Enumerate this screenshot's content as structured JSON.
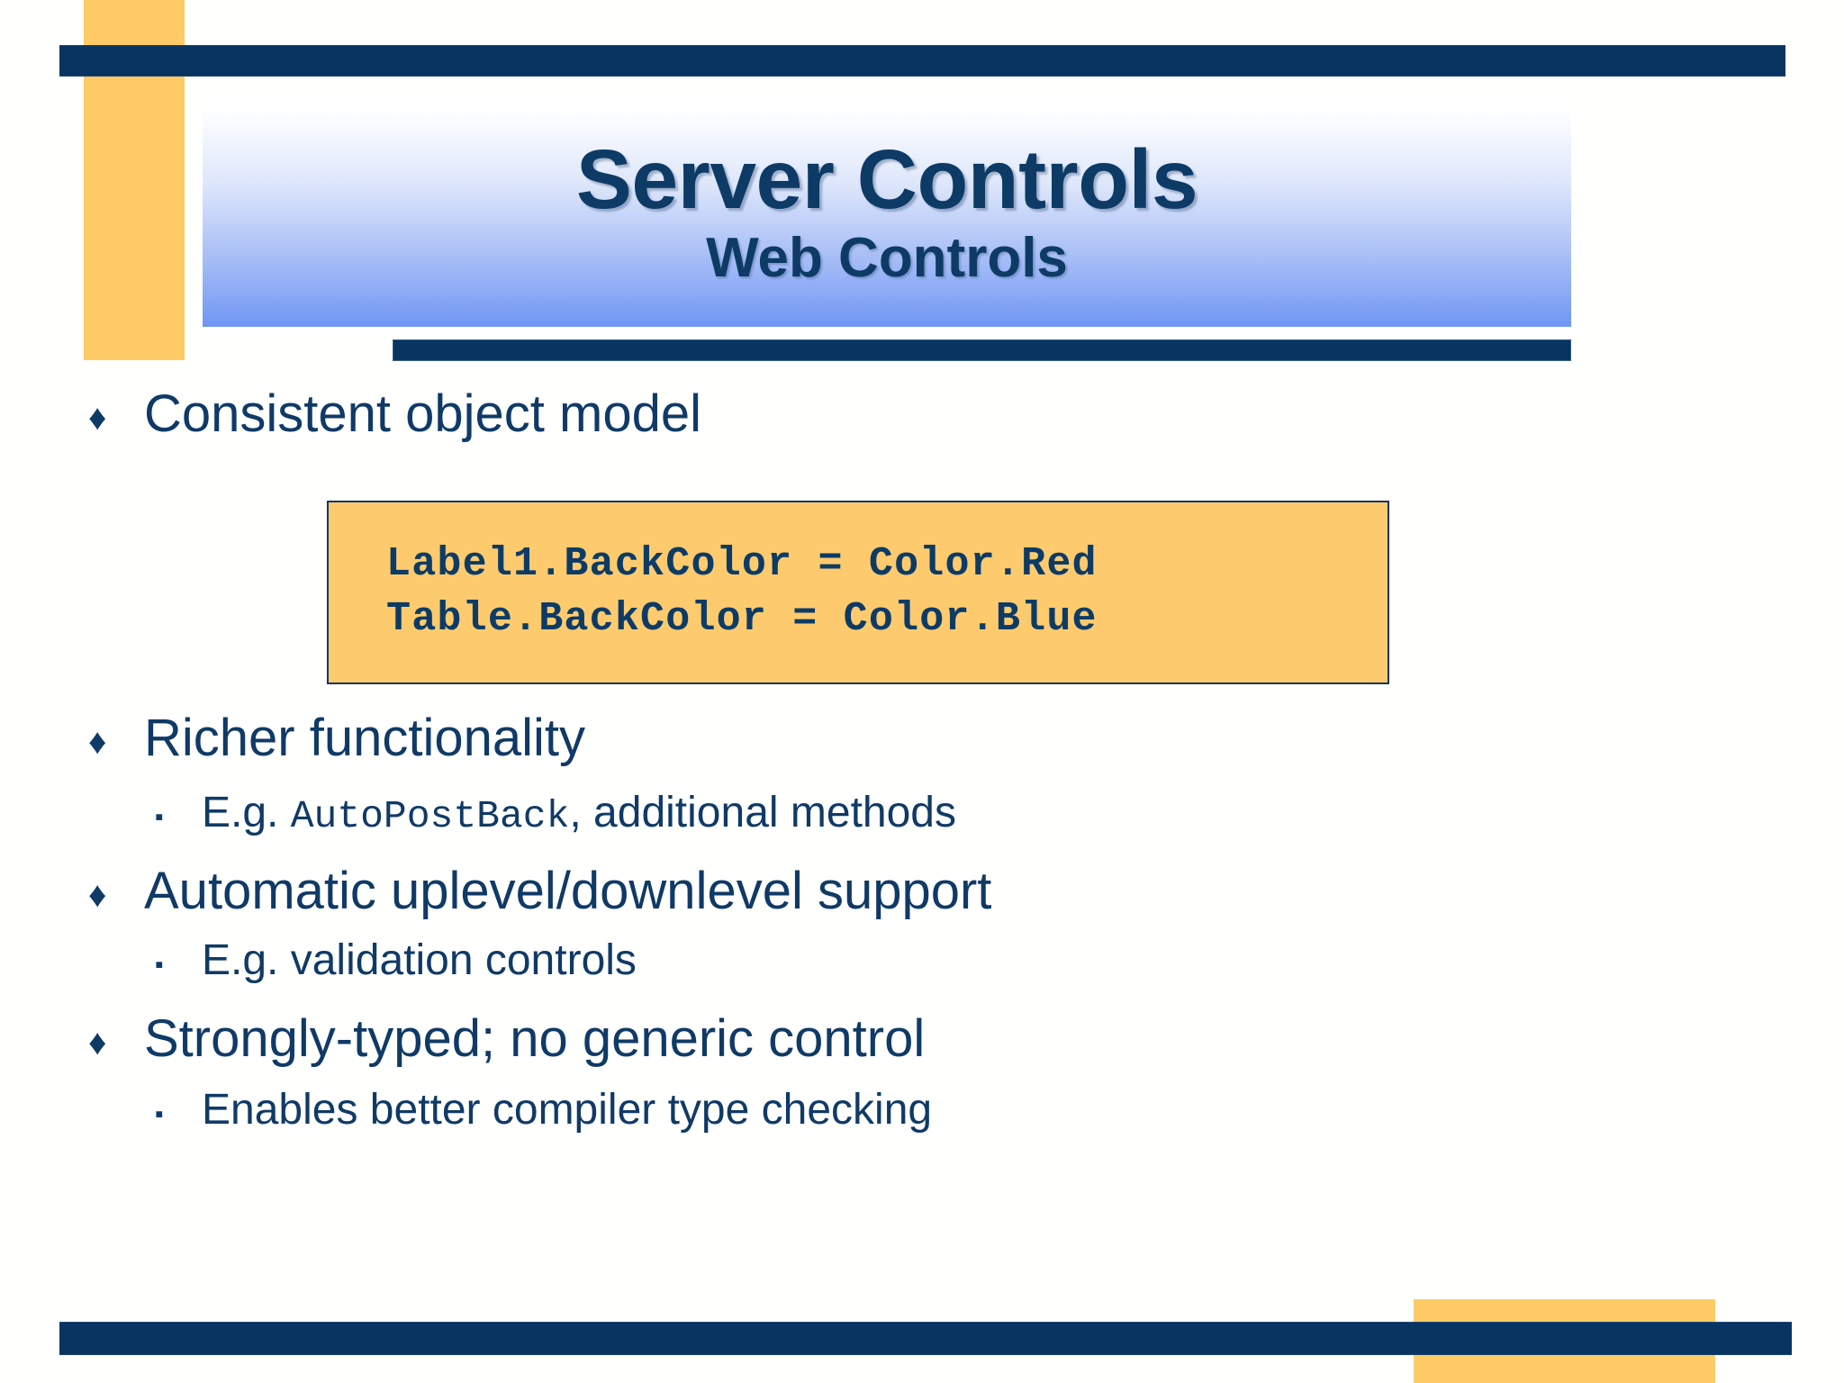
{
  "slide": {
    "title": "Server Controls",
    "subtitle": "Web Controls",
    "theme": {
      "navy": "#083462",
      "text_navy": "#103a66",
      "amber": "#ffcb66",
      "code_amber": "#fdcb6e",
      "title_gradient_top": "#ffffff",
      "title_gradient_bottom": "#6f96f3"
    },
    "markers": {
      "level1_icon": "diamond-bullet-icon",
      "level1_glyph": "♦",
      "level2_icon": "square-bullet-icon",
      "level2_glyph": "▪"
    },
    "bullets": [
      {
        "level": 1,
        "text": "Consistent object model"
      },
      {
        "level": 1,
        "text": "Richer functionality"
      },
      {
        "level": 2,
        "text_before": "E.g. ",
        "code": "AutoPostBack",
        "text_after": ", additional methods"
      },
      {
        "level": 1,
        "text": "Automatic uplevel/downlevel support"
      },
      {
        "level": 2,
        "text": "E.g. validation controls"
      },
      {
        "level": 1,
        "text": "Strongly-typed; no generic control"
      },
      {
        "level": 2,
        "text": "Enables better compiler type checking"
      }
    ],
    "code_box": {
      "line1": "Label1.BackColor = Color.Red",
      "line2": "Table.BackColor = Color.Blue"
    }
  }
}
